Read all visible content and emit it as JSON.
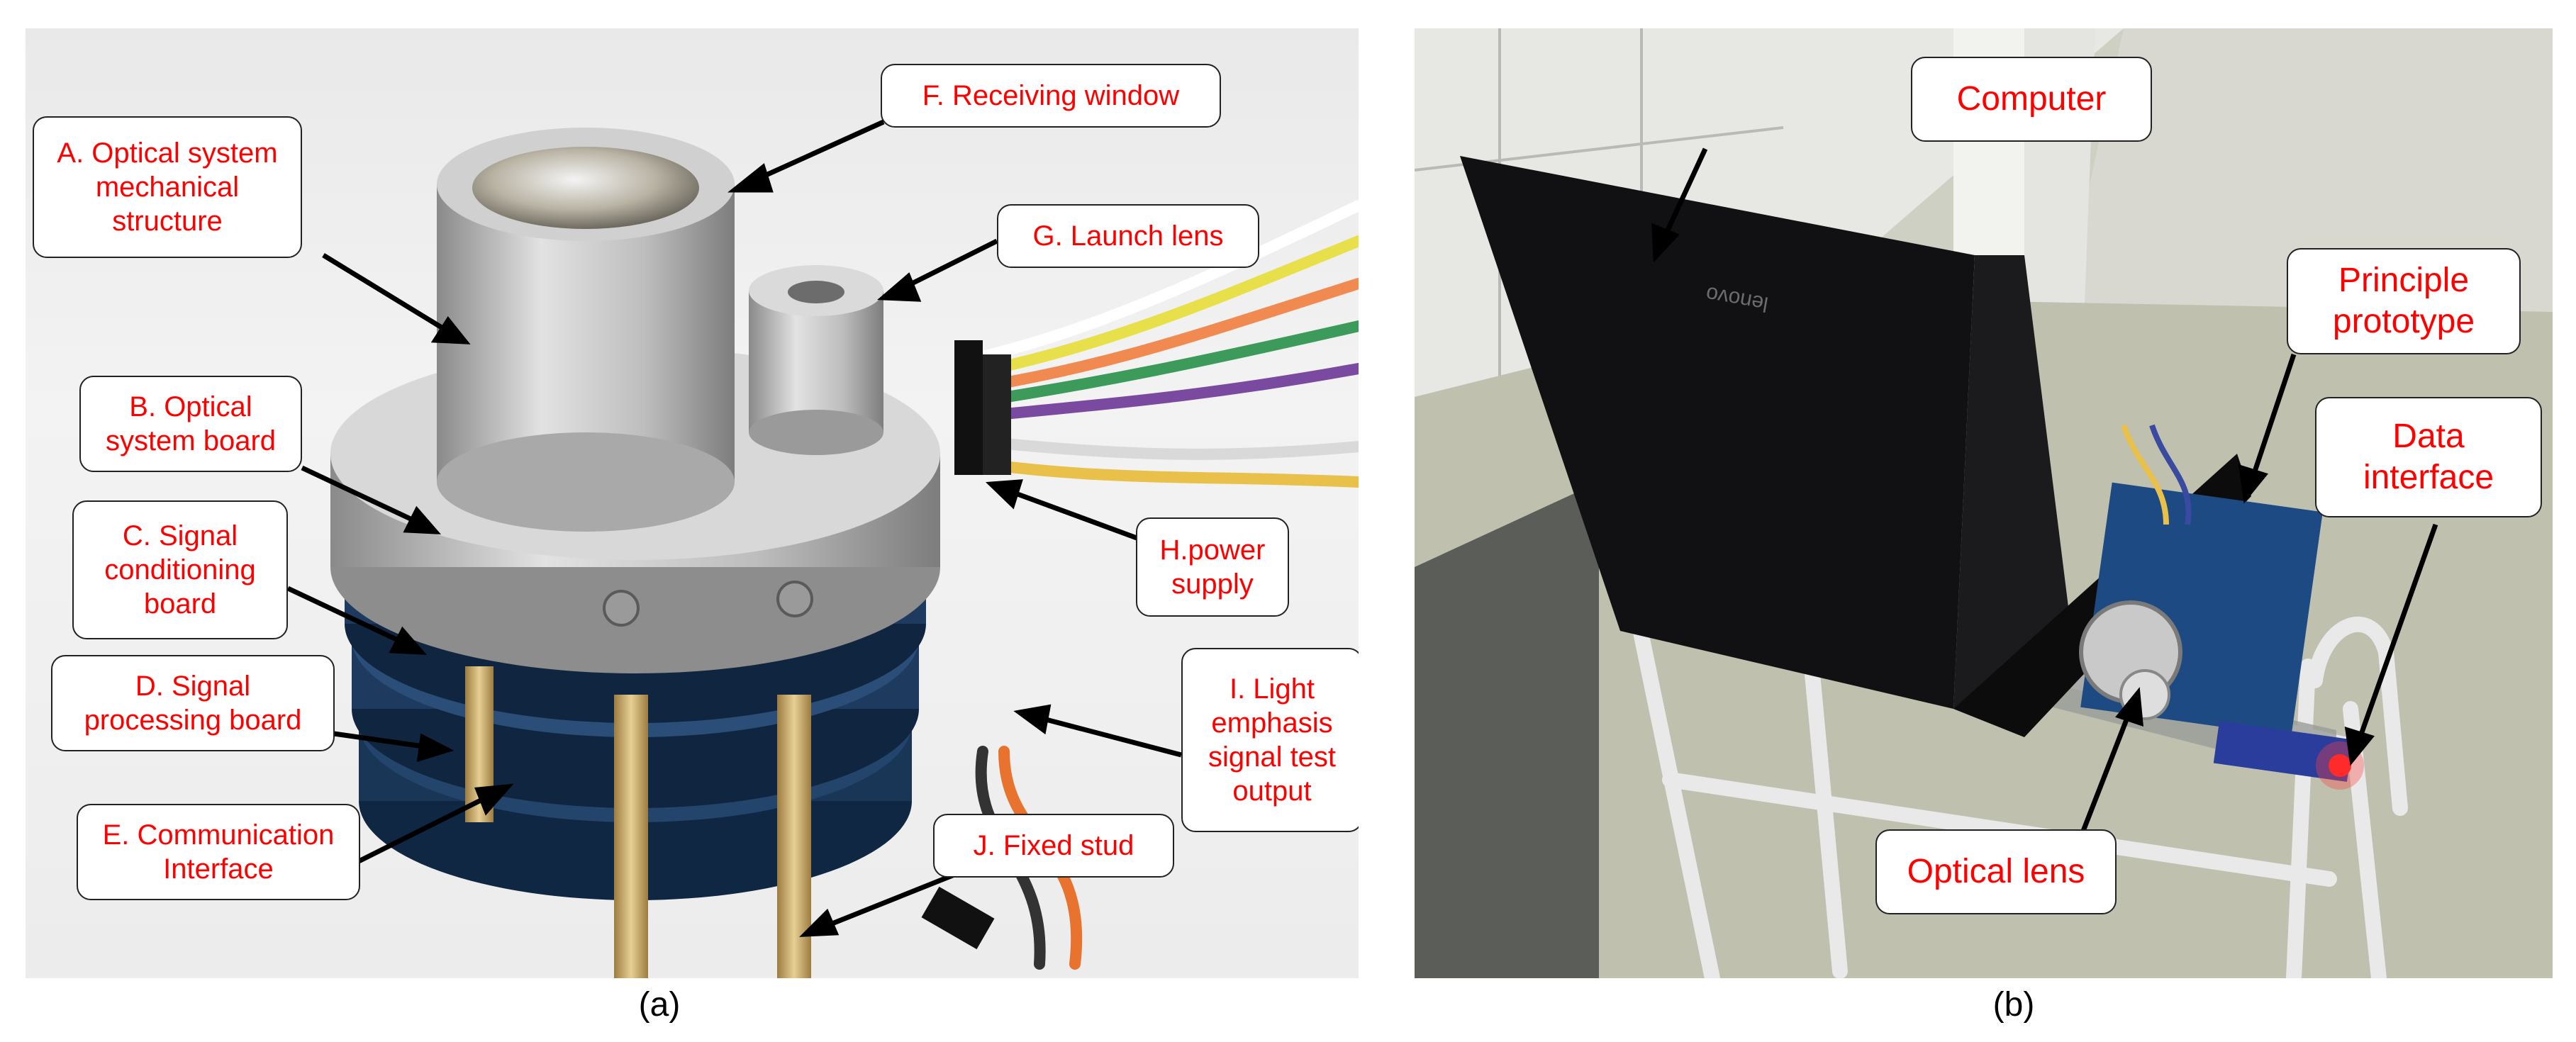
{
  "panel_a": {
    "caption": "(a)",
    "labels": {
      "a": "A. Optical system\nmechanical\nstructure",
      "b": "B. Optical\nsystem board",
      "c": "C. Signal\nconditioning\nboard",
      "d": "D. Signal\nprocessing board",
      "e": "E. Communication\nInterface",
      "f": "F. Receiving window",
      "g": "G. Launch lens",
      "h": "H.power\nsupply",
      "i": "I. Light\nemphasis\nsignal test\noutput",
      "j": "J. Fixed stud"
    }
  },
  "panel_b": {
    "caption": "(b)",
    "laptop_brand": "lenovo",
    "labels": {
      "computer": "Computer",
      "principle_prototype": "Principle\nprototype",
      "data_interface": "Data\ninterface",
      "optical_lens": "Optical lens"
    }
  },
  "colors": {
    "label_text": "#ff0000",
    "arrow": "#000000",
    "aluminium": "#c9c9c9",
    "pcb_blue": "#1e3a5f",
    "brass": "#c8a96a"
  }
}
